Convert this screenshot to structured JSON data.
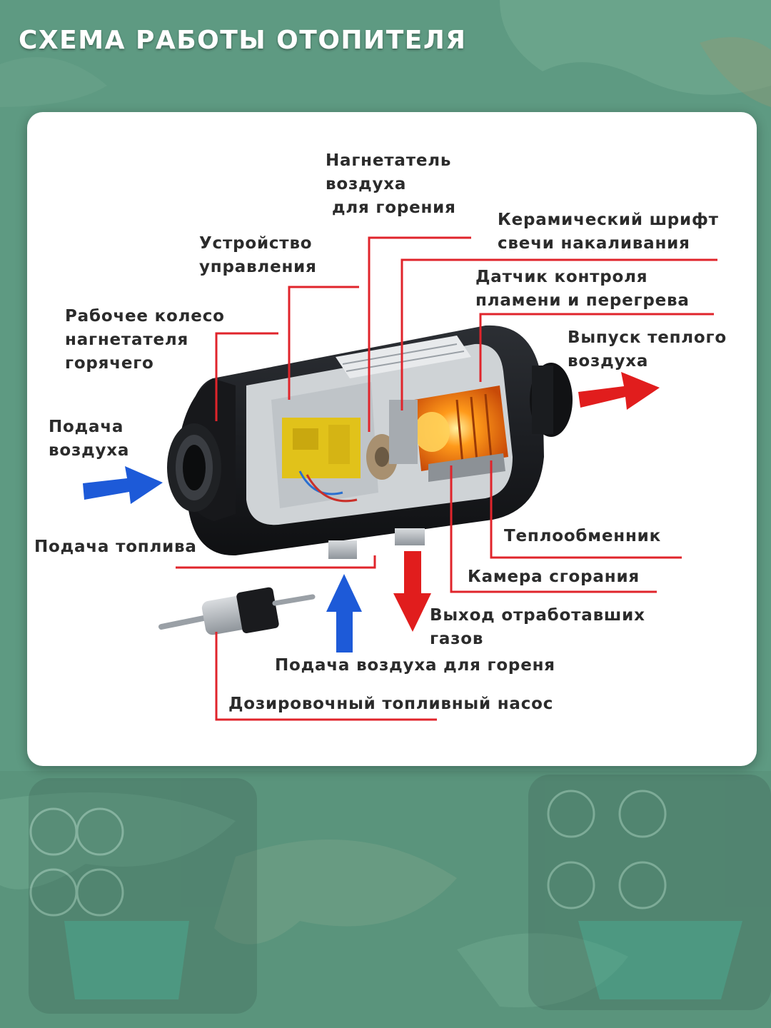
{
  "title": "СХЕМА РАБОТЫ ОТОПИТЕЛЯ",
  "colors": {
    "background": "#5e9a82",
    "card": "#ffffff",
    "leader_line": "#e0242b",
    "arrow_hot": "#e11d1d",
    "arrow_cold": "#1d5ad8",
    "label_text": "#2b2b2b"
  },
  "labels": {
    "blower": [
      "Нагнетатель",
      "воздуха",
      "для горения"
    ],
    "ceramic": [
      "Керамический шрифт",
      "свечи накаливания"
    ],
    "control": [
      "Устройство",
      "управления"
    ],
    "sensor": [
      "Датчик контроля",
      "пламени и перегрева"
    ],
    "impeller": [
      "Рабочее колесо",
      "нагнетателя",
      "горячего"
    ],
    "warm_outlet": [
      "Выпуск теплого",
      "воздуха"
    ],
    "air_inlet": [
      "Подача",
      "воздуха"
    ],
    "fuel_supply": "Подача топлива",
    "heat_exchanger": "Теплообменник",
    "combustion_chamber": "Камера сгорания",
    "exhaust": [
      "Выход отработавших",
      "газов"
    ],
    "combustion_air": "Подача воздуха для гореня",
    "pump": "Дозировочный топливный насос"
  }
}
